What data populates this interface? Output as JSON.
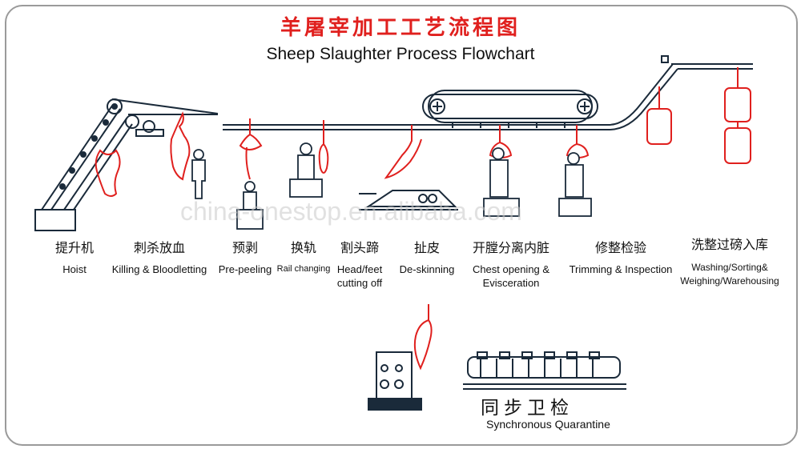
{
  "title_cn": "羊屠宰加工工艺流程图",
  "title_en": "Sheep Slaughter Process Flowchart",
  "watermark": "china-onestop.en.alibaba.com",
  "colors": {
    "accent": "#e0201e",
    "line": "#1a2a3a",
    "figure": "#2b5d8a"
  },
  "steps": [
    {
      "cn": "提升机",
      "en": "Hoist"
    },
    {
      "cn": "刺杀放血",
      "en": "Killing & Bloodletting"
    },
    {
      "cn": "预剥",
      "en": "Pre-peeling"
    },
    {
      "cn": "换轨",
      "en": "Rail changing"
    },
    {
      "cn": "割头蹄",
      "en": "Head/feet cutting off"
    },
    {
      "cn": "扯皮",
      "en": "De-skinning"
    },
    {
      "cn": "开膛分离内脏",
      "en": "Chest opening & Evisceration"
    },
    {
      "cn": "修整检验",
      "en": "Trimming & Inspection"
    },
    {
      "cn": "洗整过磅入库",
      "en": "Washing/Sorting& Weighing/Warehousing"
    }
  ],
  "quarantine": {
    "cn": "同步卫检",
    "en": "Synchronous  Quarantine"
  }
}
